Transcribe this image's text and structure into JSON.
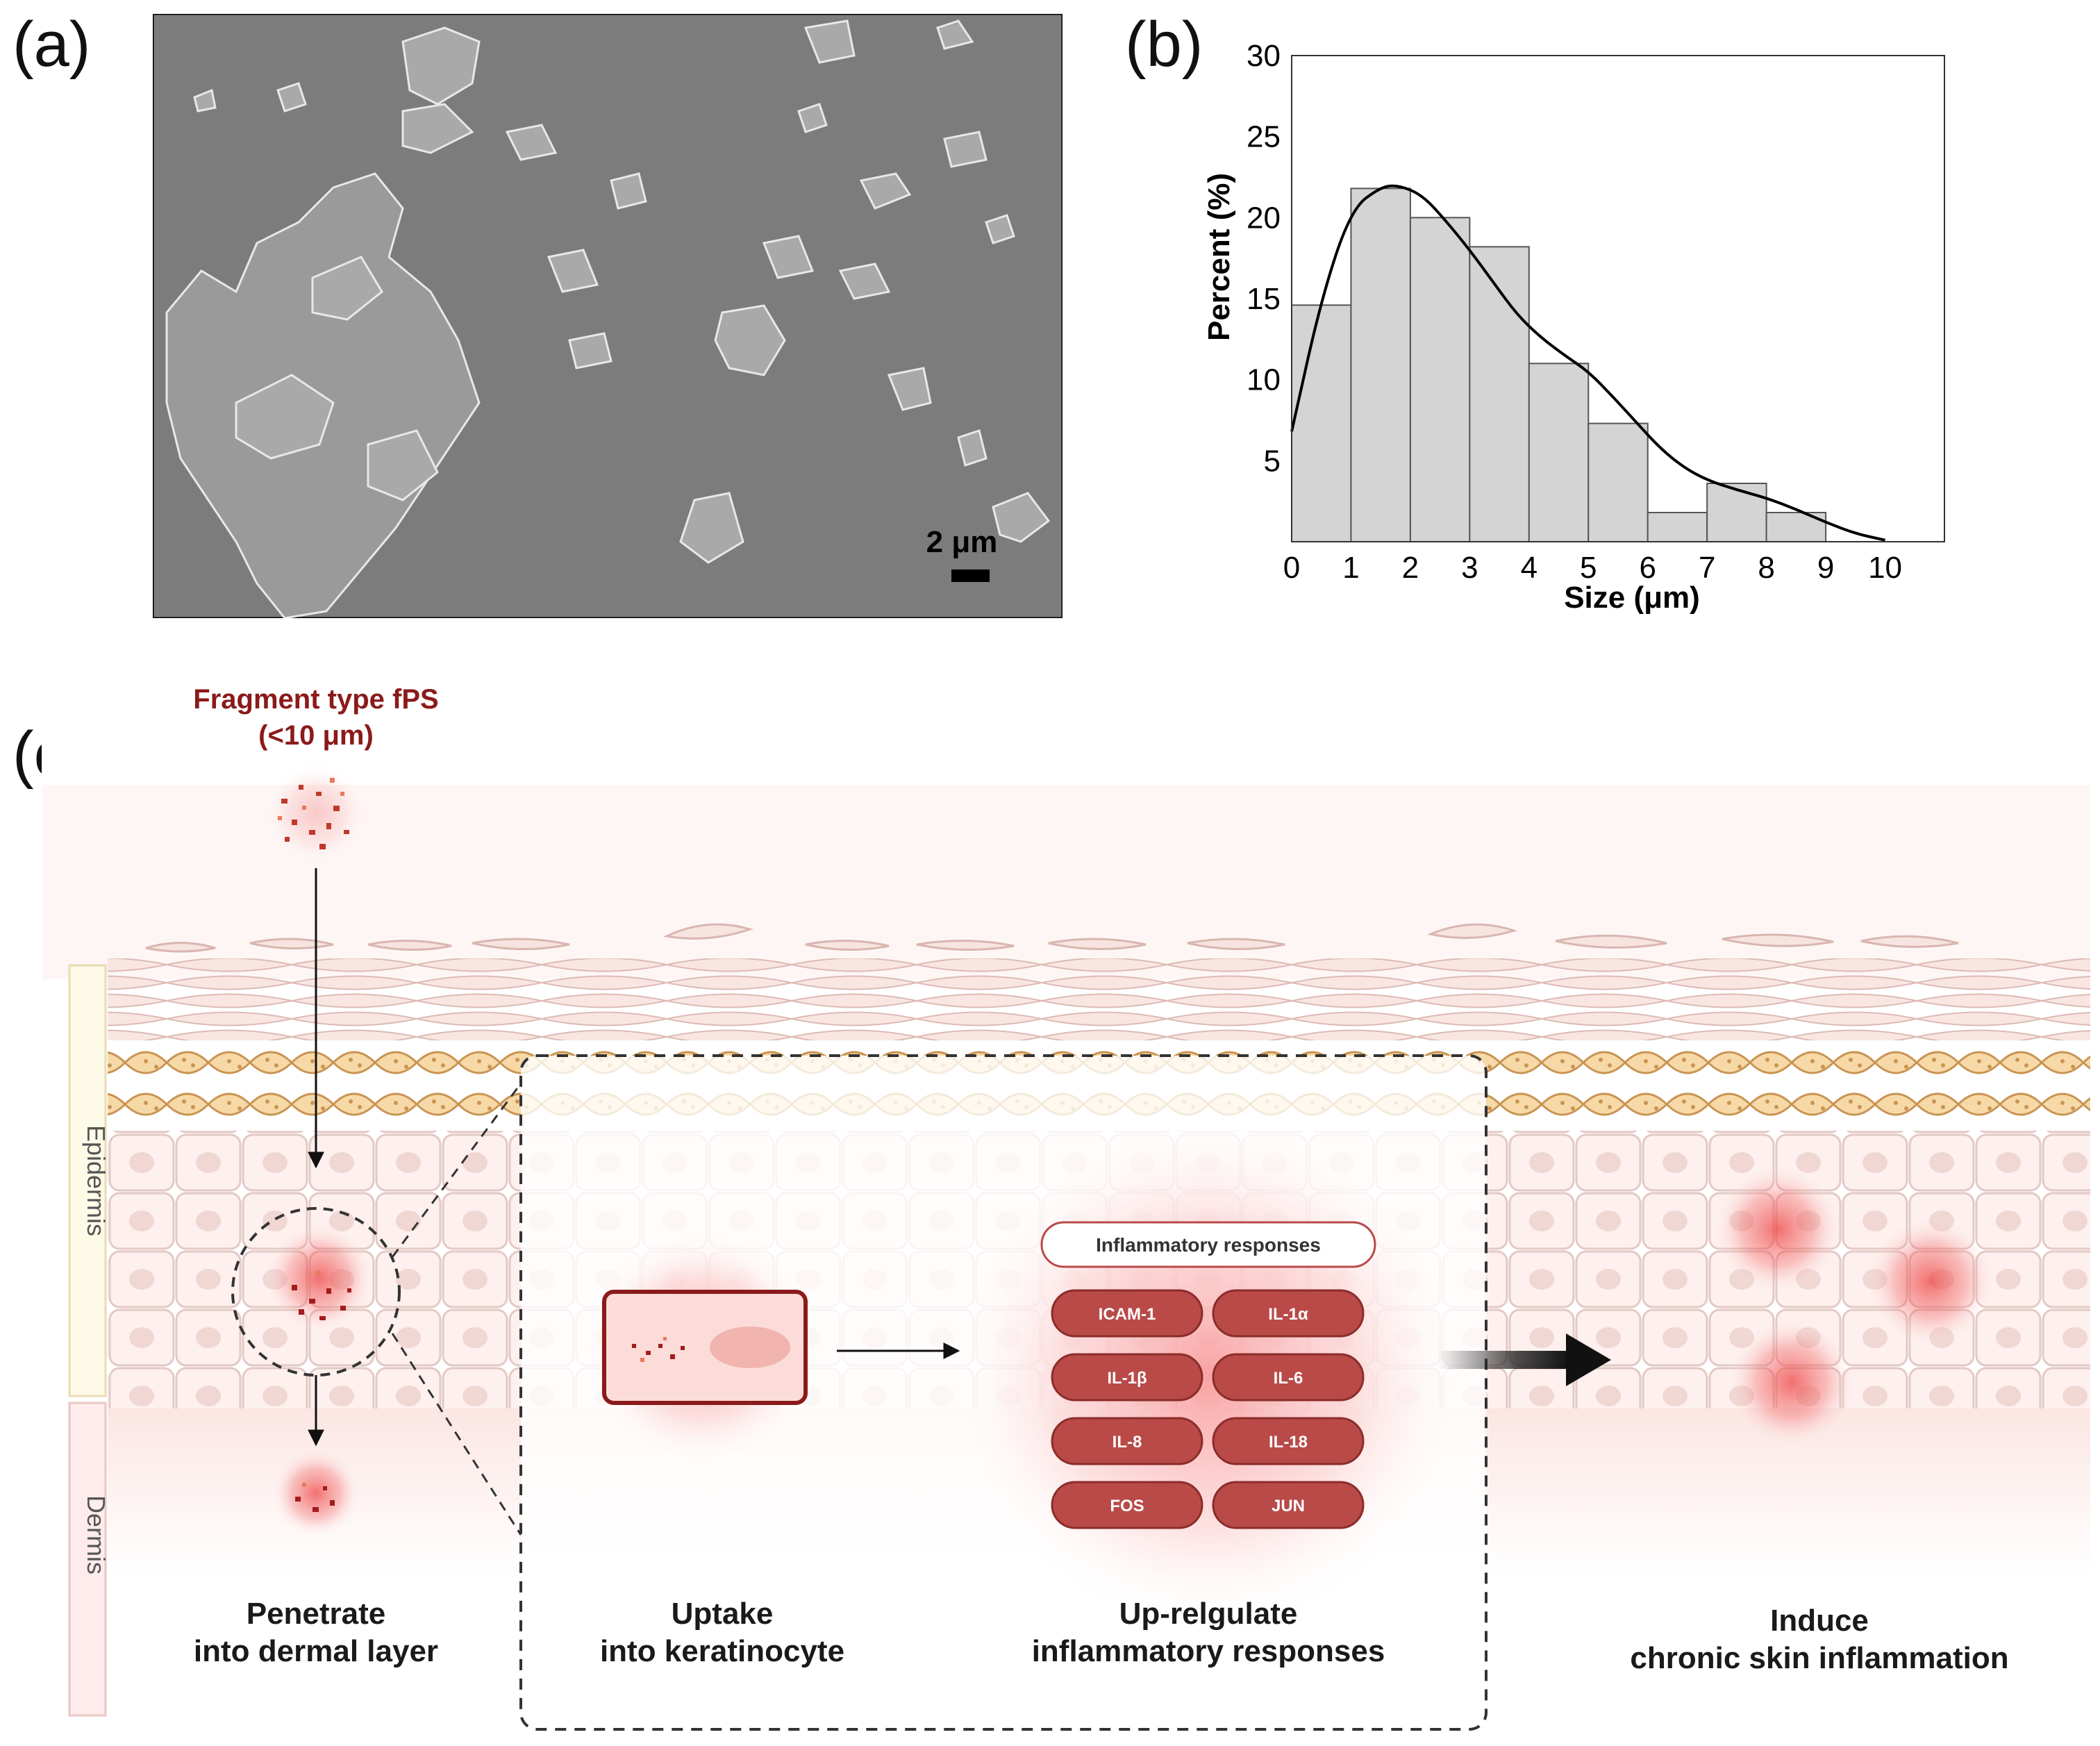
{
  "panels": {
    "a": "(a)",
    "b": "(b)",
    "c": "(c)"
  },
  "sem": {
    "scale_bar": "2 μm"
  },
  "chart_data": {
    "type": "bar",
    "xlabel": "Size (μm)",
    "ylabel": "Percent (%)",
    "xlim": [
      0,
      11
    ],
    "ylim": [
      0,
      30
    ],
    "x_ticks": [
      0,
      1,
      2,
      3,
      4,
      5,
      6,
      7,
      8,
      9,
      10
    ],
    "y_ticks": [
      5,
      10,
      15,
      20,
      25,
      30
    ],
    "bins": [
      [
        0,
        1
      ],
      [
        1,
        2
      ],
      [
        2,
        3
      ],
      [
        3,
        4
      ],
      [
        4,
        5
      ],
      [
        5,
        6
      ],
      [
        6,
        7
      ],
      [
        7,
        8
      ],
      [
        8,
        9
      ]
    ],
    "values": [
      14.6,
      21.8,
      20.0,
      18.2,
      11.0,
      7.3,
      1.8,
      3.6,
      1.8
    ],
    "fit_curve": [
      [
        0,
        6.8
      ],
      [
        0.5,
        15
      ],
      [
        1,
        20.5
      ],
      [
        1.5,
        21.9
      ],
      [
        1.8,
        22
      ],
      [
        2.2,
        21.4
      ],
      [
        2.6,
        19.8
      ],
      [
        3,
        18
      ],
      [
        3.4,
        16
      ],
      [
        3.8,
        14
      ],
      [
        4.2,
        12.6
      ],
      [
        4.6,
        11.5
      ],
      [
        5,
        10.5
      ],
      [
        5.4,
        9
      ],
      [
        5.8,
        7.4
      ],
      [
        6.2,
        5.8
      ],
      [
        6.6,
        4.6
      ],
      [
        7,
        3.8
      ],
      [
        7.5,
        3.2
      ],
      [
        8,
        2.7
      ],
      [
        8.5,
        2
      ],
      [
        9,
        1.2
      ],
      [
        9.5,
        0.5
      ],
      [
        10,
        0.1
      ]
    ],
    "bar_color": "#d4d4d4"
  },
  "scheme": {
    "fragment_title_line1": "Fragment type fPS",
    "fragment_title_line2": "(<10 μm)",
    "layer_epidermis": "Epidermis",
    "layer_dermis": "Dermis",
    "box_title": "Inflammatory responses",
    "cytokines": [
      "ICAM-1",
      "IL-1α",
      "IL-1β",
      "IL-6",
      "IL-8",
      "IL-18",
      "FOS",
      "JUN"
    ],
    "step1_line1": "Penetrate",
    "step1_line2": "into dermal layer",
    "step2_line1": "Uptake",
    "step2_line2": "into keratinocyte",
    "step3_line1": "Up-relgulate",
    "step3_line2": "inflammatory responses",
    "step4_line1": "Induce",
    "step4_line2": "chronic skin inflammation",
    "title_color": "#8b1a1a",
    "cytokine_color": "#b94a48"
  }
}
